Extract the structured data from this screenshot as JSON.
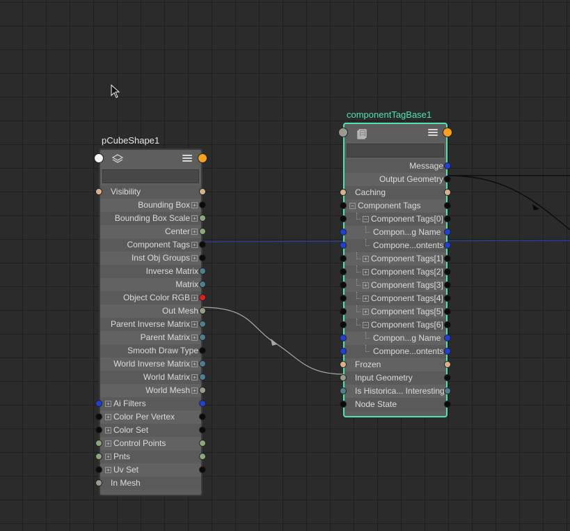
{
  "colors": {
    "selected_border": "#4fe3b0",
    "selected_title": "#4fe3b0",
    "port_black": "#0b0b0b",
    "port_tan": "#d9b08c",
    "port_gray": "#9a9a8f",
    "port_green": "#8aa87a",
    "port_blue": "#1f3fd6",
    "port_teal": "#4f7e8c",
    "port_red": "#e02020",
    "port_orange": "#f5a020",
    "port_white": "#f4f4f4"
  },
  "cursor": {
    "icon": "arrow-cursor-icon"
  },
  "nodes": {
    "pcube": {
      "title": "pCubeShape1",
      "type_icon": "mesh-shape-icon",
      "input_port_color": "#f4f4f4",
      "output_port_color": "#f5a020",
      "attributes": [
        {
          "label": "Visibility",
          "align": "left",
          "in": "#d9b08c",
          "out": "#d9b08c"
        },
        {
          "label": "Bounding Box",
          "align": "right",
          "exp": "+",
          "out": "#0b0b0b"
        },
        {
          "label": "Bounding Box Scale",
          "align": "right",
          "exp": "+",
          "out": "#8aa87a"
        },
        {
          "label": "Center",
          "align": "right",
          "exp": "+",
          "out": "#8aa87a"
        },
        {
          "label": "Component Tags",
          "align": "right",
          "exp": "+",
          "out": "#0b0b0b"
        },
        {
          "label": "Inst Obj Groups",
          "align": "right",
          "exp": "+",
          "out": "#0b0b0b"
        },
        {
          "label": "Inverse Matrix",
          "align": "right",
          "out": "#4f7e8c"
        },
        {
          "label": "Matrix",
          "align": "right",
          "out": "#4f7e8c"
        },
        {
          "label": "Object Color RGB",
          "align": "right",
          "exp": "+",
          "out": "#e02020"
        },
        {
          "label": "Out Mesh",
          "align": "right",
          "out": "#9a9a8f"
        },
        {
          "label": "Parent Inverse Matrix",
          "align": "right",
          "exp": "+",
          "out": "#4f7e8c"
        },
        {
          "label": "Parent Matrix",
          "align": "right",
          "exp": "+",
          "out": "#4f7e8c"
        },
        {
          "label": "Smooth Draw Type",
          "align": "right",
          "out": "#0b0b0b"
        },
        {
          "label": "World Inverse Matrix",
          "align": "right",
          "exp": "+",
          "out": "#4f7e8c"
        },
        {
          "label": "World Matrix",
          "align": "right",
          "exp": "+",
          "out": "#4f7e8c"
        },
        {
          "label": "World Mesh",
          "align": "right",
          "exp": "+",
          "out": "#9a9a8f"
        },
        {
          "label": "Ai Filters",
          "align": "left",
          "exp": "+",
          "in": "#1f3fd6",
          "out": "#1f3fd6"
        },
        {
          "label": "Color Per Vertex",
          "align": "left",
          "exp": "+",
          "in": "#0b0b0b",
          "out": "#0b0b0b"
        },
        {
          "label": "Color Set",
          "align": "left",
          "exp": "+",
          "in": "#0b0b0b",
          "out": "#0b0b0b"
        },
        {
          "label": "Control Points",
          "align": "left",
          "exp": "+",
          "in": "#8aa87a",
          "out": "#8aa87a"
        },
        {
          "label": "Pnts",
          "align": "left",
          "exp": "+",
          "in": "#8aa87a",
          "out": "#8aa87a"
        },
        {
          "label": "Uv Set",
          "align": "left",
          "exp": "+",
          "in": "#0b0b0b",
          "out": "#0b0b0b"
        },
        {
          "label": "In Mesh",
          "align": "left",
          "in": "#9a9a8f"
        }
      ]
    },
    "ctag": {
      "title": "componentTagBase1",
      "type_icon": "component-tag-node-icon",
      "input_port_color": "#9a9a8f",
      "output_port_color": "#f5a020",
      "attributes": [
        {
          "label": "Message",
          "align": "right",
          "out": "#1f3fd6"
        },
        {
          "label": "Output Geometry",
          "align": "right",
          "out": "#0b0b0b"
        },
        {
          "label": "Caching",
          "align": "left",
          "in": "#d9b08c",
          "out": "#d9b08c"
        },
        {
          "label": "Component Tags",
          "align": "left",
          "exp": "-",
          "in": "#0b0b0b",
          "out": "#0b0b0b"
        },
        {
          "label": "Component Tags[0]",
          "align": "left",
          "indent": 1,
          "exp": "-",
          "in": "#0b0b0b",
          "out": "#0b0b0b"
        },
        {
          "label": "Compon...g Name",
          "align": "left",
          "indent": 2,
          "in": "#1f3fd6",
          "out": "#1f3fd6"
        },
        {
          "label": "Compone...ontents",
          "align": "left",
          "indent": 2,
          "in": "#1f3fd6",
          "out": "#1f3fd6"
        },
        {
          "label": "Component Tags[1]",
          "align": "left",
          "indent": 1,
          "exp": "+",
          "in": "#0b0b0b",
          "out": "#0b0b0b"
        },
        {
          "label": "Component Tags[2]",
          "align": "left",
          "indent": 1,
          "exp": "+",
          "in": "#0b0b0b",
          "out": "#0b0b0b"
        },
        {
          "label": "Component Tags[3]",
          "align": "left",
          "indent": 1,
          "exp": "+",
          "in": "#0b0b0b",
          "out": "#0b0b0b"
        },
        {
          "label": "Component Tags[4]",
          "align": "left",
          "indent": 1,
          "exp": "+",
          "in": "#0b0b0b",
          "out": "#0b0b0b"
        },
        {
          "label": "Component Tags[5]",
          "align": "left",
          "indent": 1,
          "exp": "+",
          "in": "#0b0b0b",
          "out": "#0b0b0b"
        },
        {
          "label": "Component Tags[6]",
          "align": "left",
          "indent": 1,
          "exp": "-",
          "in": "#0b0b0b",
          "out": "#0b0b0b"
        },
        {
          "label": "Compon...g Name",
          "align": "left",
          "indent": 2,
          "in": "#1f3fd6",
          "out": "#1f3fd6"
        },
        {
          "label": "Compone...ontents",
          "align": "left",
          "indent": 2,
          "in": "#1f3fd6",
          "out": "#1f3fd6"
        },
        {
          "label": "Frozen",
          "align": "left",
          "in": "#d9b08c",
          "out": "#d9b08c"
        },
        {
          "label": "Input Geometry",
          "align": "left",
          "in": "#9a9a8f",
          "out": "#0b0b0b"
        },
        {
          "label": "Is Historica... Interesting",
          "align": "left",
          "in": "#4f7e8c",
          "out": "#4f7e8c"
        },
        {
          "label": "Node State",
          "align": "left",
          "in": "#0b0b0b",
          "out": "#0b0b0b"
        }
      ]
    }
  }
}
